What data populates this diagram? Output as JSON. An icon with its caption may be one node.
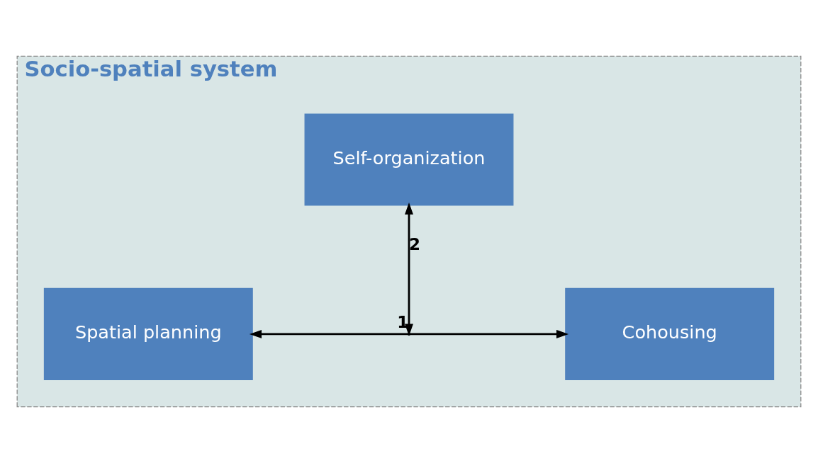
{
  "diagram": {
    "nodes": [
      {
        "text": [
          "Socio-spatial system"
        ]
      },
      {
        "text": [
          "Self-organization"
        ],
        "in": 0
      },
      {
        "text": [
          "Spatial planning"
        ],
        "in": 0
      },
      {
        "text": [
          "Cohousing"
        ],
        "in": 0
      }
    ],
    "edges": [
      {
        "from": 2,
        "to": 3,
        "arrow": "both",
        "label": "1"
      },
      {
        "from": null,
        "to": 1,
        "arrow": "both",
        "label": "2"
      }
    ]
  }
}
